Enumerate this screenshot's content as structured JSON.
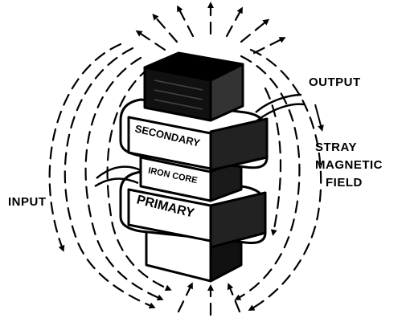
{
  "labels": {
    "output": "OUTPUT",
    "input": "INPUT",
    "stray_field": [
      "STRAY",
      "MAGNETIC",
      "FIELD"
    ],
    "secondary": "SECONDARY",
    "iron_core": "IRON CORE",
    "primary": "PRIMARY"
  },
  "colors": {
    "ink": "#000000",
    "paper": "#ffffff"
  }
}
